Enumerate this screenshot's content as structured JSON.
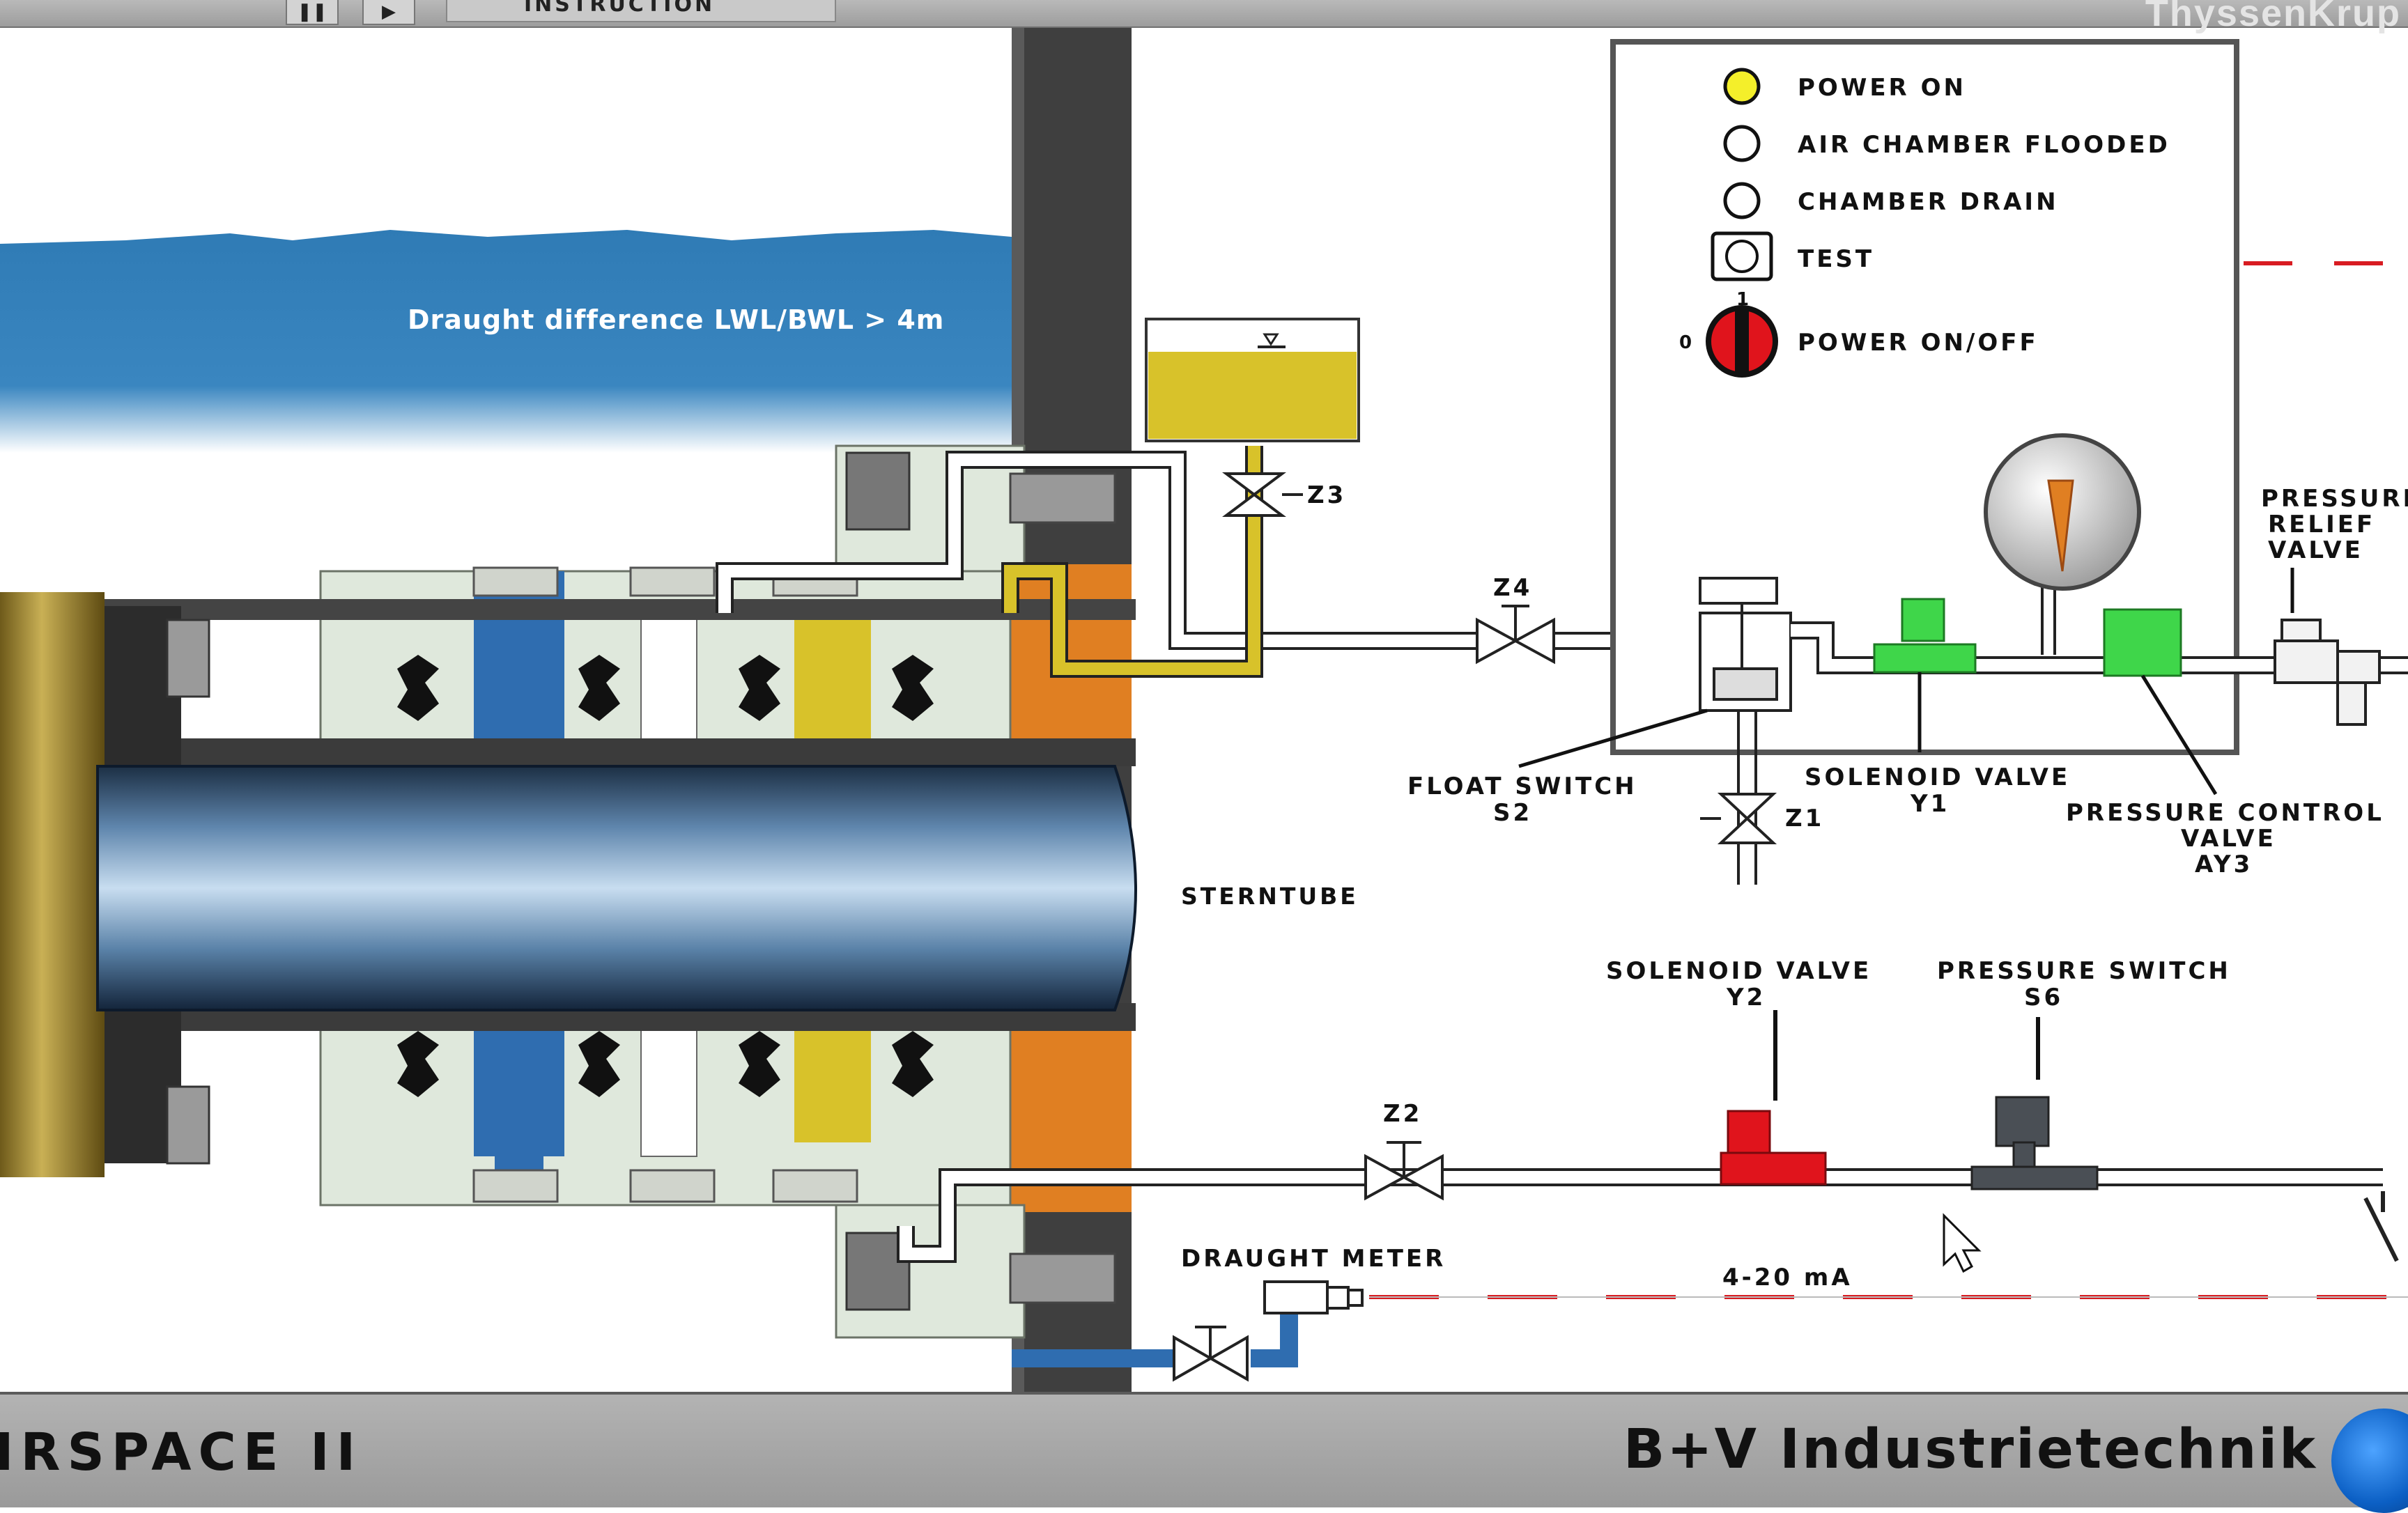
{
  "toolbar": {
    "pause_icon": "pause-icon",
    "play_icon": "play-icon",
    "tab_label": "INSTRUCTION",
    "brand": "ThyssenKrup"
  },
  "scene": {
    "water_note": "Draught difference LWL/BWL > 4m",
    "sterntube": "STERNTUBE",
    "z3": "Z3",
    "z4": "Z4",
    "z1": "Z1",
    "z2": "Z2",
    "float_switch": [
      "FLOAT SWITCH",
      "S2"
    ],
    "solenoid_y1": [
      "SOLENOID VALVE",
      "Y1"
    ],
    "pressure_control": [
      "PRESSURE CONTROL",
      "VALVE",
      "AY3"
    ],
    "pressure_relief": [
      "PRESSURE",
      "RELIEF",
      "VALVE"
    ],
    "solenoid_y2": [
      "SOLENOID VALVE",
      "Y2"
    ],
    "pressure_switch": [
      "PRESSURE SWITCH",
      "S6"
    ],
    "draught_meter": "DRAUGHT METER",
    "signal": "4-20 mA"
  },
  "panel": {
    "power_on": "POWER ON",
    "air_chamber": "AIR CHAMBER FLOODED",
    "chamber_drain": "CHAMBER DRAIN",
    "test": "TEST",
    "power_onoff": "POWER ON/OFF",
    "switch_pos_1": "1",
    "switch_pos_0": "0"
  },
  "colors": {
    "water": "#2f7bb5",
    "oil": "#d8c22a",
    "orange": "#e07f22",
    "valve_green": "#3fd64a",
    "valve_red": "#e0141c",
    "signal_red": "#d81c22",
    "lamp_on": "#f4ef2a"
  },
  "footer": {
    "left": "IRSPACE II",
    "right": "B+V Industrietechnik"
  }
}
